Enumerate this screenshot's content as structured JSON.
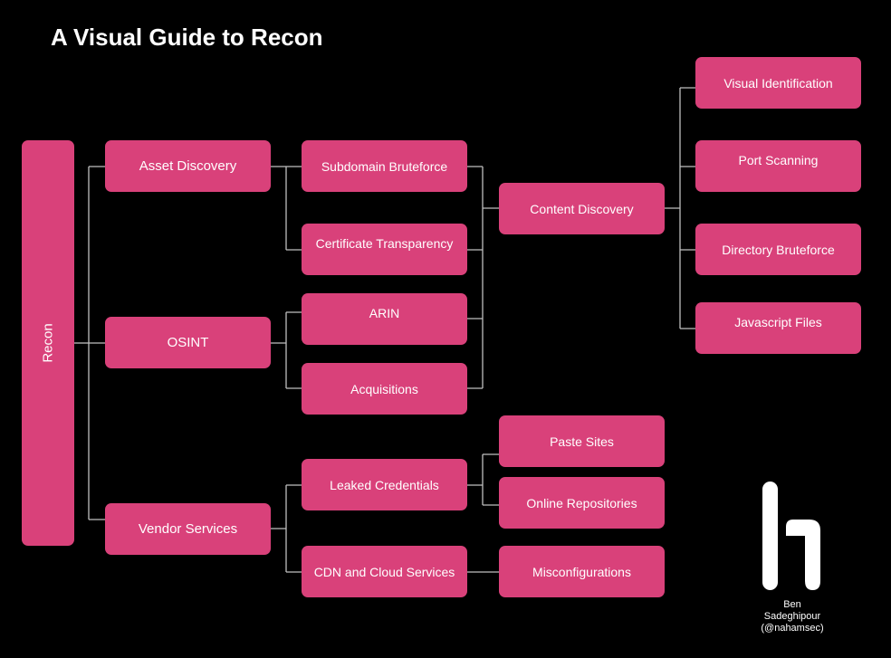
{
  "title": "A Visual Guide to Recon",
  "root": "Recon",
  "nodes": {
    "asset_discovery": "Asset Discovery",
    "osint": "OSINT",
    "vendor_services": "Vendor Services",
    "subdomain_bruteforce": "Subdomain Bruteforce",
    "certificate_transparency": "Certificate Transparency",
    "arin": "ARIN",
    "acquisitions": "Acquisitions",
    "leaked_credentials": "Leaked Credentials",
    "cdn_cloud": "CDN and Cloud Services",
    "content_discovery": "Content Discovery",
    "paste_sites": "Paste Sites",
    "online_repositories": "Online Repositories",
    "misconfigurations": "Misconfigurations",
    "visual_identification": "Visual Identification",
    "port_scanning": "Port Scanning",
    "directory_bruteforce": "Directory Bruteforce",
    "javascript_files": "Javascript Files"
  },
  "author": {
    "line1": "Ben",
    "line2": "Sadeghipour",
    "line3": "(@nahamsec)"
  },
  "colors": {
    "background": "#000000",
    "node": "#D9417A",
    "connector": "#BFBFBF",
    "text": "#FFFFFF"
  },
  "icons": {
    "logo": "hackerone-logo"
  }
}
